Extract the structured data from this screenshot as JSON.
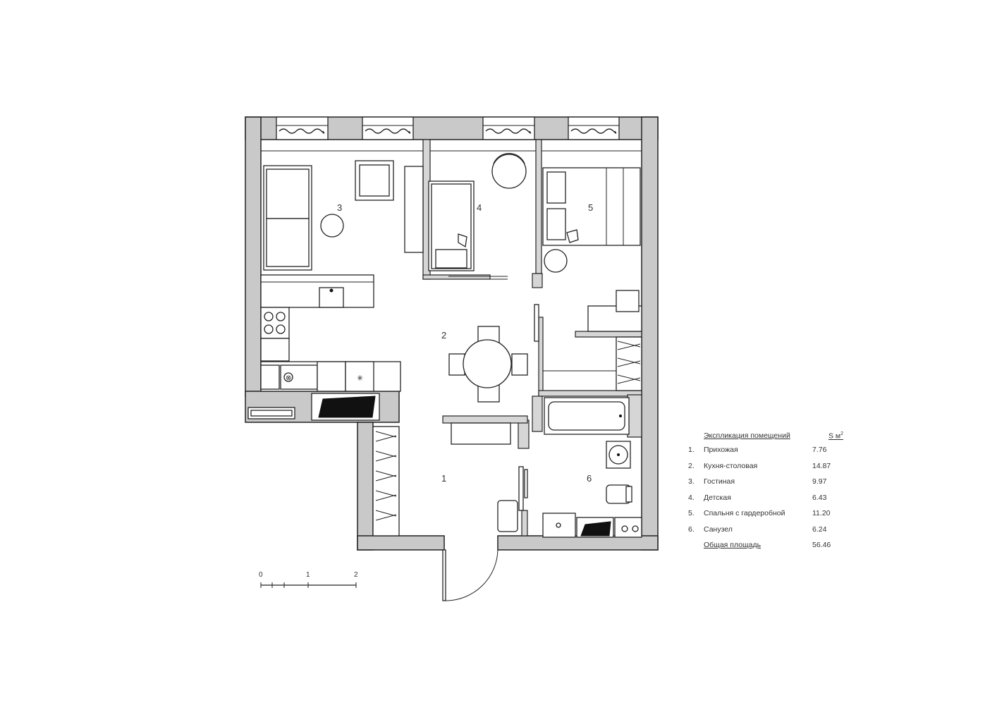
{
  "plan": {
    "room_numbers": [
      "1",
      "2",
      "3",
      "4",
      "5",
      "6"
    ],
    "scale_labels": [
      "0",
      "1",
      "2"
    ]
  },
  "legend": {
    "title": "Экспликация помещений",
    "area_header": "S м",
    "area_header_sup": "2",
    "rows": [
      {
        "num": "1.",
        "name": "Прихожая",
        "area": "7.76"
      },
      {
        "num": "2.",
        "name": "Кухня-столовая",
        "area": "14.87"
      },
      {
        "num": "3.",
        "name": "Гостиная",
        "area": "9.97"
      },
      {
        "num": "4.",
        "name": "Детская",
        "area": "6.43"
      },
      {
        "num": "5.",
        "name": "Спальня с гардеробной",
        "area": "11.20"
      },
      {
        "num": "6.",
        "name": "Санузел",
        "area": "6.24"
      }
    ],
    "total_label": "Общая площадь",
    "total_value": "56.46"
  }
}
